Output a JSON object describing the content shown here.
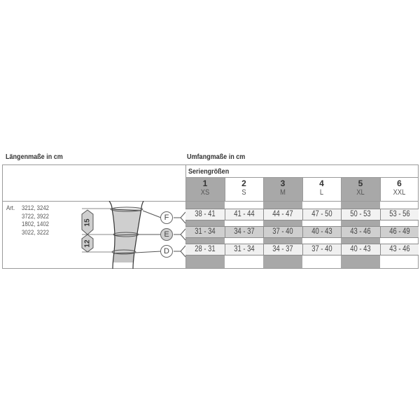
{
  "headings": {
    "length": "Längenmaße in cm",
    "circumference": "Umfangmaße in cm",
    "series_sizes": "Seriengrößen"
  },
  "articles": {
    "label": "Art.",
    "lines": [
      "3212, 3242",
      "3722, 3922",
      "1802, 1402",
      "3022, 3222"
    ]
  },
  "diagram": {
    "length_upper": "15",
    "length_lower": "12",
    "points": [
      "F",
      "E",
      "D"
    ]
  },
  "sizes": [
    {
      "number": "1",
      "label": "XS",
      "shaded": true
    },
    {
      "number": "2",
      "label": "S",
      "shaded": false
    },
    {
      "number": "3",
      "label": "M",
      "shaded": true
    },
    {
      "number": "4",
      "label": "L",
      "shaded": false
    },
    {
      "number": "5",
      "label": "XL",
      "shaded": true
    },
    {
      "number": "6",
      "label": "XXL",
      "shaded": false
    }
  ],
  "rows": [
    {
      "point": "F",
      "values": [
        "38  -  41",
        "41  -  44",
        "44  -  47",
        "47  -  50",
        "50  -  53",
        "53  -  56"
      ]
    },
    {
      "point": "E",
      "values": [
        "31  -  34",
        "34  -  37",
        "37  -  40",
        "40  -  43",
        "43  -  46",
        "46  -  49"
      ]
    },
    {
      "point": "D",
      "values": [
        "28  -  31",
        "31  -  34",
        "34  -  37",
        "37  -  40",
        "40  -  43",
        "43  -  46"
      ]
    }
  ],
  "colors": {
    "shaded_column": "#a8a8a8",
    "row_e": "#cfcfcf",
    "border": "#9a9a9a"
  }
}
